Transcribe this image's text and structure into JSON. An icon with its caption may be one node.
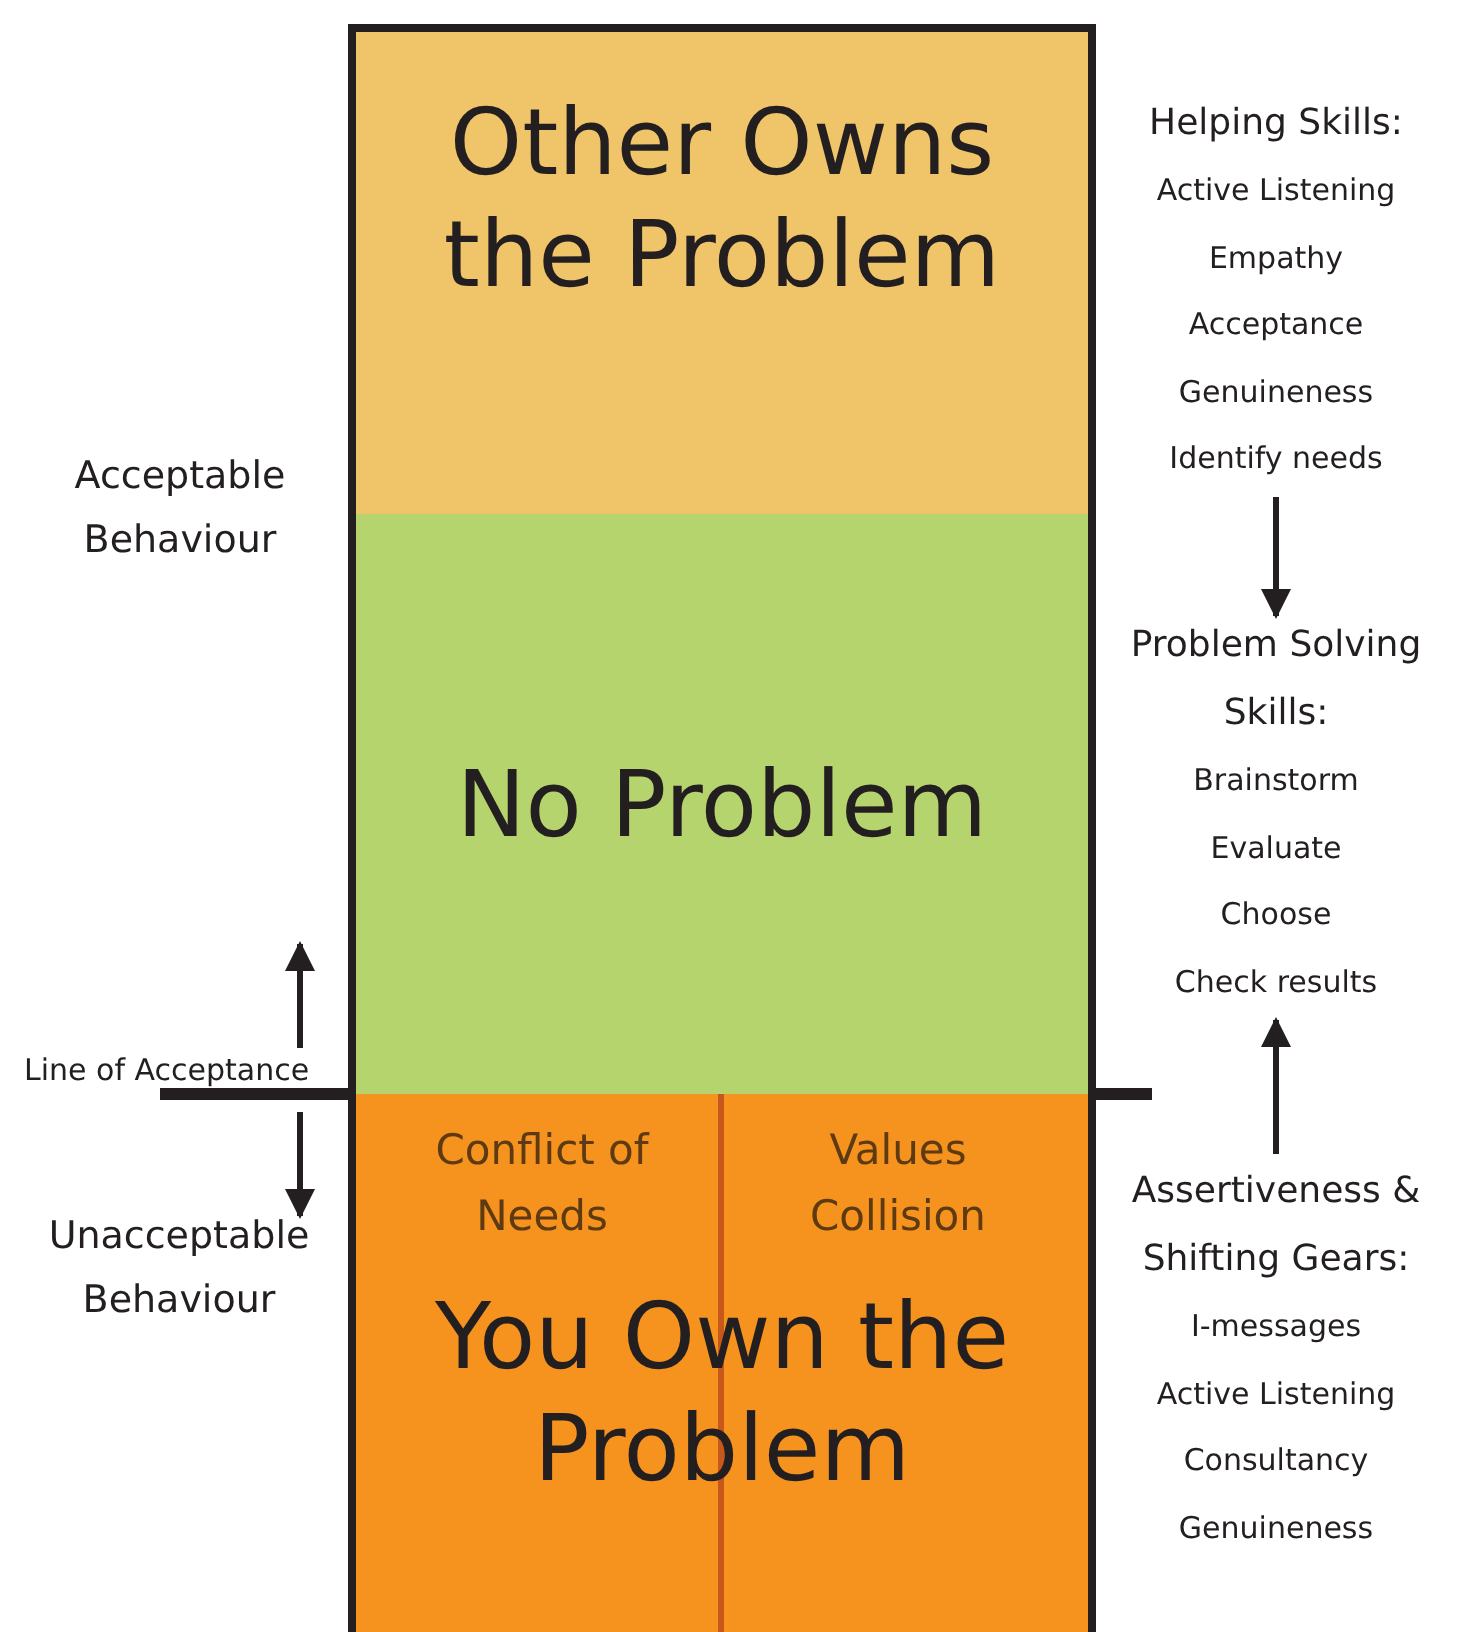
{
  "diagram": {
    "nodes": [
      {
        "text": [
          "Other Owns the Problem"
        ]
      },
      {
        "text": [
          "No Problem"
        ]
      },
      {
        "text": [
          "Conflict of Needs",
          "Values Collision",
          "You Own the Problem"
        ]
      },
      {
        "text": [
          "Helping Skills:",
          "Active Listening",
          "Empathy",
          "Acceptance",
          "Genuineness",
          "Identify needs"
        ]
      },
      {
        "text": [
          "Problem Solving Skills:",
          "Brainstorm",
          "Evaluate",
          "Choose",
          "Check results"
        ]
      },
      {
        "text": [
          "Assertiveness & Shifting Gears:",
          "I-messages",
          "Active Listening",
          "Consultancy",
          "Genuineness"
        ]
      }
    ],
    "edges": [
      {
        "from": 3,
        "to": 4,
        "arrow": "to"
      },
      {
        "from": 5,
        "to": 4,
        "arrow": "to"
      }
    ],
    "labels": [
      "Acceptable Behaviour",
      "Line of Acceptance",
      "Unacceptable Behaviour"
    ]
  }
}
